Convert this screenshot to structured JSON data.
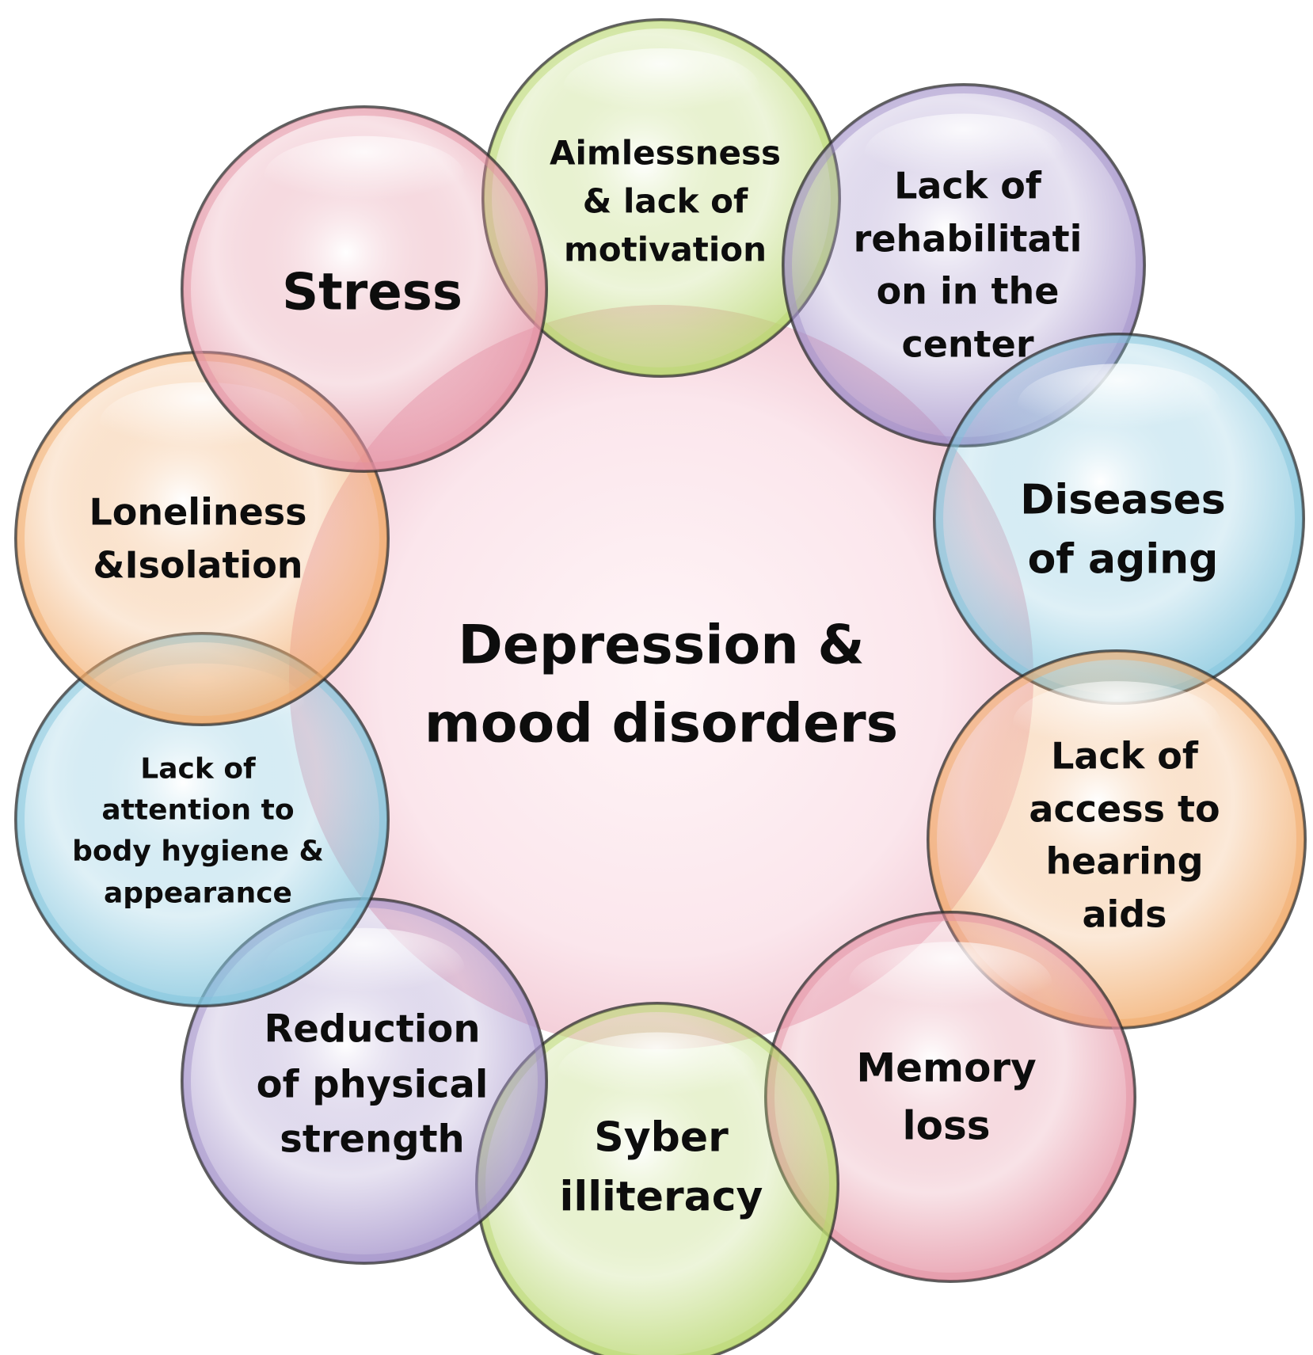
{
  "center": {
    "label": "Depression &\nmood disorders",
    "fill": "#fbe4ea"
  },
  "factors": [
    {
      "id": "aimlessness",
      "label": "Aimlessness\n& lack of\nmotivation",
      "color": "#b7d66c"
    },
    {
      "id": "rehabilitation",
      "label": "Lack of\nrehabilitati\non in the\ncenter",
      "color": "#a08ec8"
    },
    {
      "id": "aging-diseases",
      "label": "Diseases\nof aging",
      "color": "#7ec3dc"
    },
    {
      "id": "hearing-aids",
      "label": "Lack of\naccess to\nhearing\naids",
      "color": "#f1a865"
    },
    {
      "id": "memory-loss",
      "label": "Memory\nloss",
      "color": "#e38d9f"
    },
    {
      "id": "syber-illiteracy",
      "label": "Syber\nilliteracy",
      "color": "#b7d66c"
    },
    {
      "id": "physical-strength",
      "label": "Reduction\nof physical\nstrength",
      "color": "#a08ec8"
    },
    {
      "id": "body-hygiene",
      "label": "Lack of\nattention to\nbody hygiene &\nappearance",
      "color": "#7ec3dc"
    },
    {
      "id": "loneliness",
      "label": "Loneliness\n&Isolation",
      "color": "#f1a865"
    },
    {
      "id": "stress",
      "label": "Stress",
      "color": "#e38d9f"
    }
  ]
}
